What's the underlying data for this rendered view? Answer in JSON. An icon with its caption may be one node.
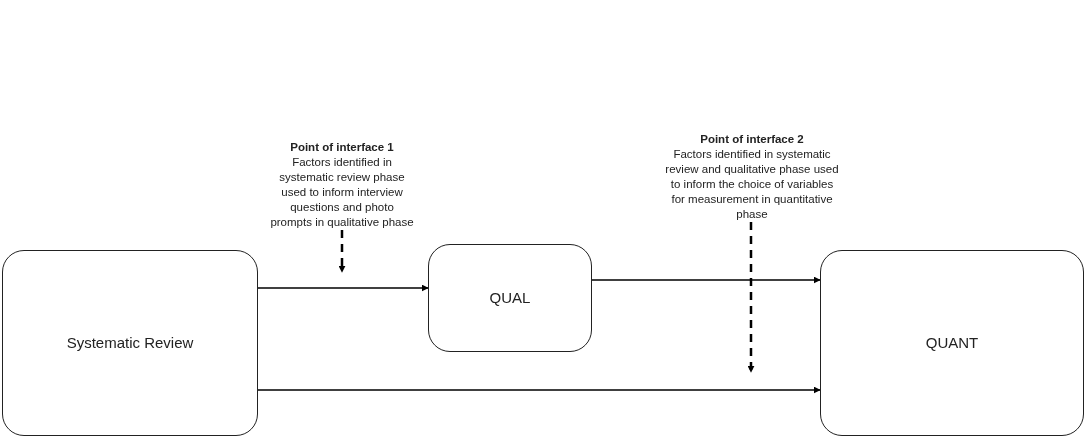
{
  "diagram": {
    "nodes": [
      {
        "text": [
          "Point of interface 1",
          "Factors identified in systematic review phase used to inform interview questions and photo prompts in qualitative phase"
        ]
      },
      {
        "text": [
          "Point of interface 2",
          "Factors identified in systematic review and qualitative phase used to inform the choice of variables for measurement in quantitative phase"
        ]
      },
      {
        "text": [
          "Systematic Review"
        ]
      },
      {
        "text": [
          "QUAL"
        ]
      },
      {
        "text": [
          "QUANT"
        ]
      }
    ],
    "edges": [
      {
        "from": 2,
        "to": 3,
        "arrow": "to"
      },
      {
        "from": 3,
        "to": 4,
        "arrow": "to"
      },
      {
        "from": 2,
        "to": 4,
        "arrow": "to"
      },
      {
        "from": 0,
        "to": null,
        "arrow": "to",
        "style": "dashed"
      },
      {
        "from": 1,
        "to": null,
        "arrow": "to",
        "style": "dashed"
      }
    ]
  }
}
